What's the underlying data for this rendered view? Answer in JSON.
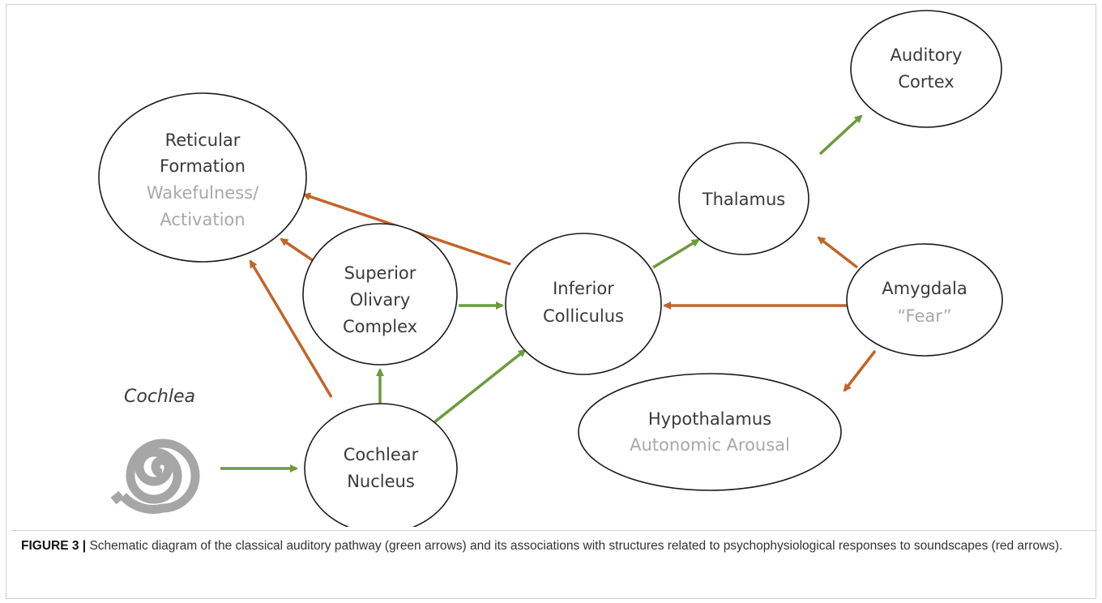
{
  "diagram": {
    "nodes": {
      "reticular": {
        "title_lines": [
          "Reticular",
          "Formation"
        ],
        "sub_lines": [
          "Wakefulness/",
          "Activation"
        ]
      },
      "superior": {
        "title_lines": [
          "Superior",
          "Olivary",
          "Complex"
        ],
        "sub_lines": []
      },
      "inferior": {
        "title_lines": [
          "Inferior",
          "Colliculus"
        ],
        "sub_lines": []
      },
      "thalamus": {
        "title_lines": [
          "Thalamus"
        ],
        "sub_lines": []
      },
      "auditory": {
        "title_lines": [
          "Auditory",
          "Cortex"
        ],
        "sub_lines": []
      },
      "amygdala": {
        "title_lines": [
          "Amygdala"
        ],
        "sub_lines": [
          "“Fear”"
        ]
      },
      "hypothalamus": {
        "title_lines": [
          "Hypothalamus"
        ],
        "sub_lines": [
          "Autonomic Arousal"
        ]
      },
      "cochlear": {
        "title_lines": [
          "Cochlear",
          "Nucleus"
        ],
        "sub_lines": []
      }
    },
    "cochlea_label": "Cochlea",
    "colors": {
      "green": "#6e9a3c",
      "red": "#c0652a",
      "outline": "#1a1a1a",
      "spiral": "#a6a6a6",
      "subtext": "#a9a9a9"
    }
  },
  "caption": {
    "figure_number": "FIGURE 3 |",
    "text": " Schematic diagram of the classical auditory pathway (green arrows) and its associations with structures related to psychophysiological responses to soundscapes (red arrows)."
  }
}
